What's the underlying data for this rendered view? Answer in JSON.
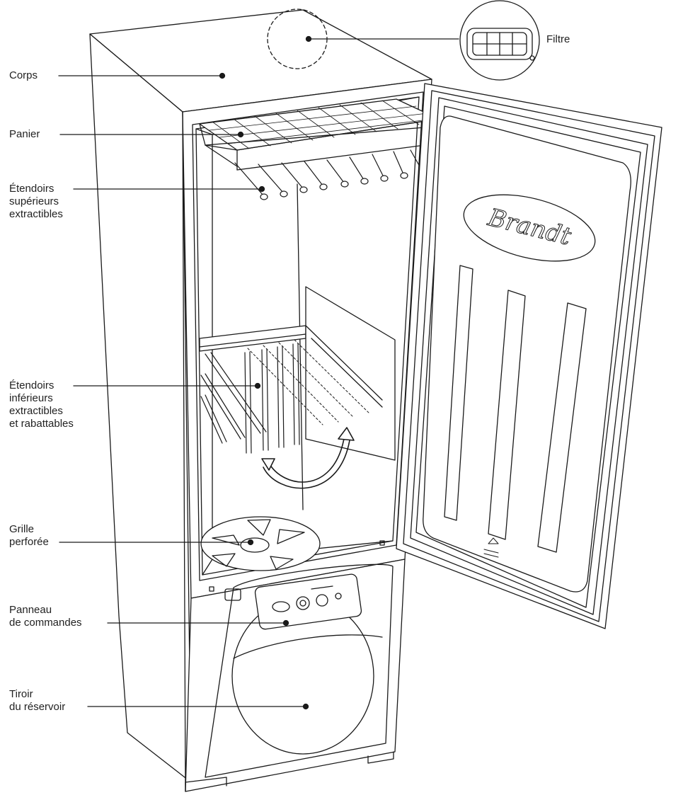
{
  "brand": "Brandt",
  "labels": {
    "corps": [
      "Corps"
    ],
    "filtre": [
      "Filtre"
    ],
    "panier": [
      "Panier"
    ],
    "etendoirs_sup": [
      "Étendoirs",
      "supérieurs",
      "extractibles"
    ],
    "etendoirs_inf": [
      "Étendoirs",
      "inférieurs",
      "extractibles",
      "et rabattables"
    ],
    "grille": [
      "Grille",
      "perforée"
    ],
    "panneau": [
      "Panneau",
      "de commandes"
    ],
    "tiroir": [
      "Tiroir",
      "du réservoir"
    ]
  },
  "colors": {
    "stroke": "#1a1a1a",
    "text": "#222222",
    "background": "#ffffff"
  }
}
